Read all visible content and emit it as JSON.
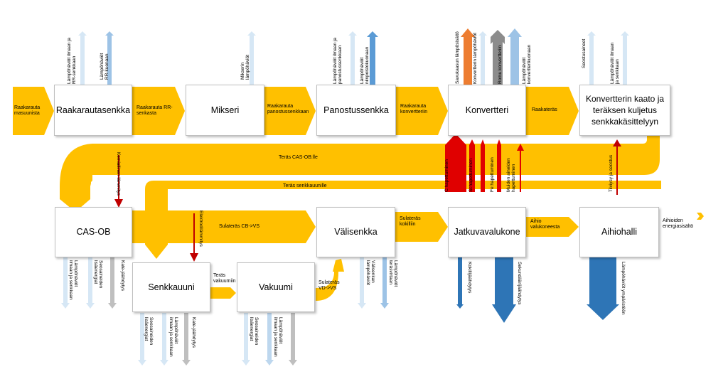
{
  "colors": {
    "main_flow": "#FFC000",
    "light_blue": "#BDD7EE",
    "mid_blue": "#9DC3E6",
    "dark_blue": "#2E75B6",
    "red": "#E00000",
    "orange": "#ED7D31",
    "gray": "#A5A5A5"
  },
  "units": {
    "raakarautasenkka": "Raakarautasenkka",
    "mikseri": "Mikseri",
    "panostussenkka": "Panostussenkka",
    "konvertteri": "Konvertteri",
    "kaato": "Konvertterin kaato ja teräksen kuljetus senkkakäsittelyyn",
    "cas_ob": "CAS-OB",
    "valisenkka": "Välisenkka",
    "jatkuvavalukone": "Jatkuvavalukone",
    "aihiohalli": "Aihiohalli",
    "senkkauuni": "Senkkauuni",
    "vakuumi": "Vakuumi"
  },
  "flows": {
    "raakarauta_masuunista": "Raakarauta masuunista",
    "raakarauta_rr_senkasta": "Raakarauta RR-senkasta",
    "raakarauta_panostussenkkaan": "Raakarauta panostussenkkaan",
    "raakarauta_konvertteriin": "Raakarauta konvertteriin",
    "raakateras": "Raakateräs",
    "teras_cas_ob": "Teräs CAS-OB:lle",
    "teras_senkkauunille": "Teräs senkkauunille",
    "sulateras_cb_vs": "Sulateräs CB->VS",
    "sulateras_kokilliin": "Sulateräs kokilliin",
    "aihio_valukoneesta": "Aihio valukoneesta",
    "aihioiden_energiasisalto": "Aihioiden energiasisältö",
    "teras_vakuumiin": "Teräs vakuumiin",
    "sulateras_vd_vs": "Sulateräs VD->VS"
  },
  "streams_top": {
    "rr_ilma": "Lämpöhäviöt ilmaan ja RR-senkkaan",
    "rr_kuonaan": "Lämpöhäviöt RR-kuonaan",
    "mikseri_lampo": "Mikserin lämpöhäviöt",
    "panostus_ilma": "Lämpöhäviöt ilmaan ja panostussenkkaan",
    "panostus_kuona": "Lämpöhäviöt niinpoistokuonaan",
    "savukaasu": "Savukaasun lämpösisältö",
    "konv_lampo": "Konvertterin lämpöhäviöt",
    "romu": "Romu konvertteriin",
    "konv_kuona": "Lämpöhäviöt konvertterikuonaan",
    "seostusaineet": "Seostusaineet",
    "kaato_ilma": "Lämpöhäviöt ilmaan ja senkkaan"
  },
  "streams_red": {
    "kemiallinen": "Kemiallinen lämmitys",
    "elektrodi": "Elektrodilämmitys",
    "c_hapetus": "C:hapettuminen",
    "si_hapetus": "Si:hapettuminen",
    "fe_hapetus": "Fe:hapettuminen",
    "muut_hapetus": "Muiden aineiden hapettuminen",
    "tiiviys": "Tiiviysy ja seostus"
  },
  "streams_bottom": {
    "cas_ilma": "Lämpöhäviöt ilmaan ja senkkaan",
    "cas_seos": "Seosaineiden lisäenergiat",
    "cas_kate": "Kate-jäähdytys",
    "vali_lampo": "Välisenkan lämpöhäviöt",
    "vali_teras": "Lämpöhäviöt teräsvirtaan",
    "jatkuva_kokilli": "Kokillijäähdytys",
    "jatkuva_sekundaari": "Sekundäärijäähdytys",
    "aihio_lampo": "Lämpöhäviöt ympäristöön",
    "senk_seos": "Seosaineiden lisäenergiat",
    "senk_ilma": "Lämpöhäviöt ilmaan ja senkkaan",
    "senk_kate": "Kate-jäähdytys",
    "vak_seos": "Seosaineiden lisäenergiat",
    "vak_ilma": "Lämpöhäviöt ilmaan ja senkkaan"
  }
}
